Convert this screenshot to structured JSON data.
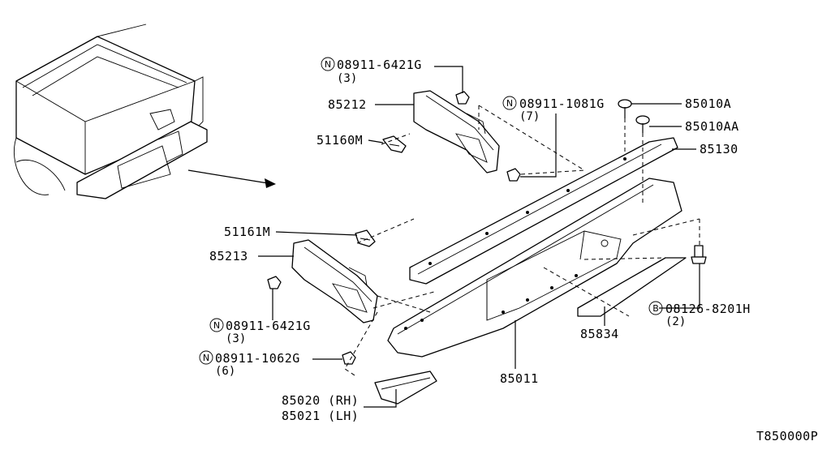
{
  "labels": {
    "p_85212": "85212",
    "p_51160M": "51160M",
    "p_51161M": "51161M",
    "p_85213": "85213",
    "p_85010A": "85010A",
    "p_85010AA": "85010AA",
    "p_85130": "85130",
    "p_85834": "85834",
    "p_85011": "85011",
    "p_85020": "85020 (RH)",
    "p_85021": "85021 (LH)",
    "nut_top": "08911-6421G",
    "nut_top_qty": "(3)",
    "nut_mid": "08911-1081G",
    "nut_mid_qty": "(7)",
    "nut_left": "08911-6421G",
    "nut_left_qty": "(3)",
    "nut_low": "08911-1062G",
    "nut_low_qty": "(6)",
    "bolt_right": "08126-8201H",
    "bolt_right_qty": "(2)",
    "n_symbol": "N",
    "b_symbol": "B",
    "diagram_code": "T850000P"
  },
  "colors": {
    "line": "#000000",
    "background": "#ffffff"
  }
}
